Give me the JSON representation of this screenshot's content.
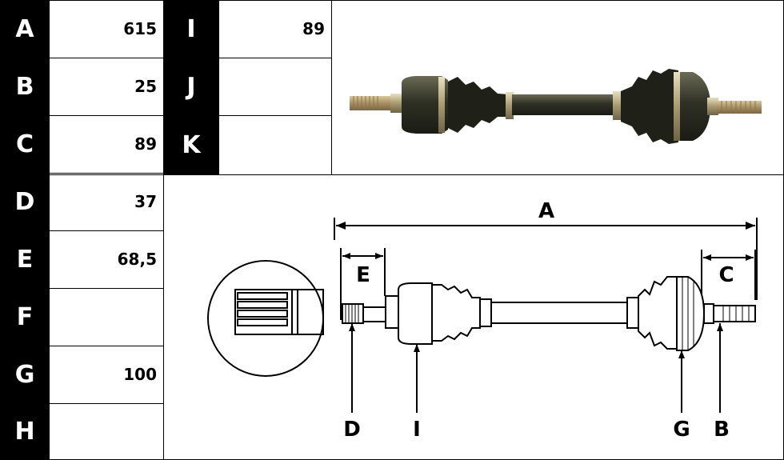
{
  "left_table": {
    "labels": [
      "A",
      "B",
      "C",
      "D",
      "E",
      "F",
      "G",
      "H"
    ],
    "values": [
      "615",
      "25",
      "89",
      "37",
      "68,5",
      "",
      "100",
      ""
    ]
  },
  "mid_table": {
    "labels": [
      "I",
      "J",
      "K"
    ],
    "values": [
      "89",
      "",
      ""
    ]
  },
  "diagram": {
    "dim_labels": {
      "a": "A",
      "e": "E",
      "c": "C",
      "d": "D",
      "i": "I",
      "g": "G",
      "b": "B"
    }
  },
  "colors": {
    "label_bg": "#000000",
    "label_text": "#ffffff",
    "line": "#000000"
  }
}
